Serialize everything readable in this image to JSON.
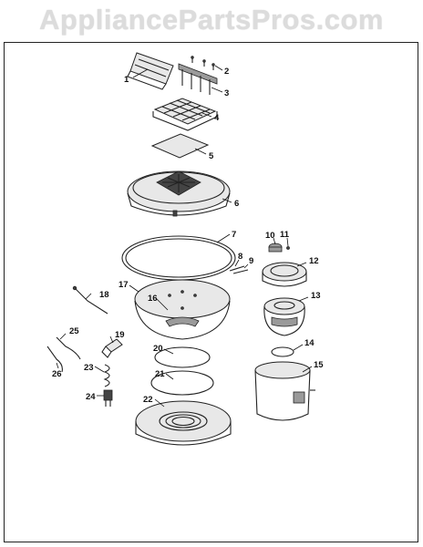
{
  "watermark": "AppliancePartsPros.com",
  "callouts": [
    {
      "id": "1",
      "label": "1"
    },
    {
      "id": "2",
      "label": "2"
    },
    {
      "id": "3",
      "label": "3"
    },
    {
      "id": "4",
      "label": "4"
    },
    {
      "id": "5",
      "label": "5"
    },
    {
      "id": "6",
      "label": "6"
    },
    {
      "id": "7",
      "label": "7"
    },
    {
      "id": "8",
      "label": "8"
    },
    {
      "id": "9",
      "label": "9"
    },
    {
      "id": "10",
      "label": "10"
    },
    {
      "id": "11",
      "label": "11"
    },
    {
      "id": "12",
      "label": "12"
    },
    {
      "id": "13",
      "label": "13"
    },
    {
      "id": "14",
      "label": "14"
    },
    {
      "id": "15",
      "label": "15"
    },
    {
      "id": "16",
      "label": "16"
    },
    {
      "id": "17",
      "label": "17"
    },
    {
      "id": "18",
      "label": "18"
    },
    {
      "id": "19",
      "label": "19"
    },
    {
      "id": "20",
      "label": "20"
    },
    {
      "id": "21",
      "label": "21"
    },
    {
      "id": "22",
      "label": "22"
    },
    {
      "id": "23",
      "label": "23"
    },
    {
      "id": "24",
      "label": "24"
    },
    {
      "id": "25",
      "label": "25"
    },
    {
      "id": "26",
      "label": "26"
    }
  ]
}
